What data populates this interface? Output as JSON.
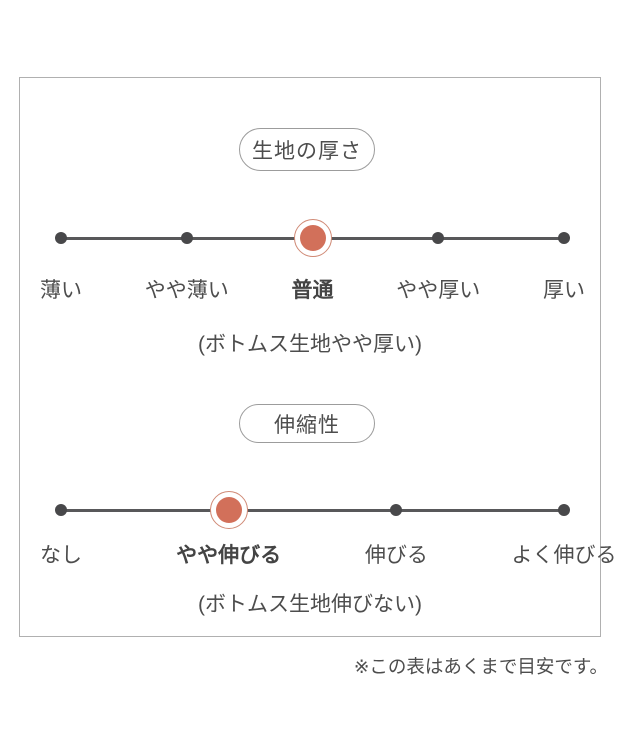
{
  "colors": {
    "text": "#4d4d4d",
    "line": "#58585a",
    "dot": "#48484a",
    "accent": "#d2705a",
    "accent_ring": "#d08a76",
    "box_border": "#b0b0b0",
    "pill_border": "#9c9c9c"
  },
  "scales": [
    {
      "title": "生地の厚さ",
      "levels": [
        {
          "label": "薄い",
          "selected": false
        },
        {
          "label": "やや薄い",
          "selected": false
        },
        {
          "label": "普通",
          "selected": true
        },
        {
          "label": "やや厚い",
          "selected": false
        },
        {
          "label": "厚い",
          "selected": false
        }
      ],
      "note": "(ボトムス生地やや厚い)"
    },
    {
      "title": "伸縮性",
      "levels": [
        {
          "label": "なし",
          "selected": false
        },
        {
          "label": "やや伸びる",
          "selected": true
        },
        {
          "label": "伸びる",
          "selected": false
        },
        {
          "label": "よく伸びる",
          "selected": false
        }
      ],
      "note": "(ボトムス生地伸びない)"
    }
  ],
  "footnote": "※この表はあくまで目安です。"
}
